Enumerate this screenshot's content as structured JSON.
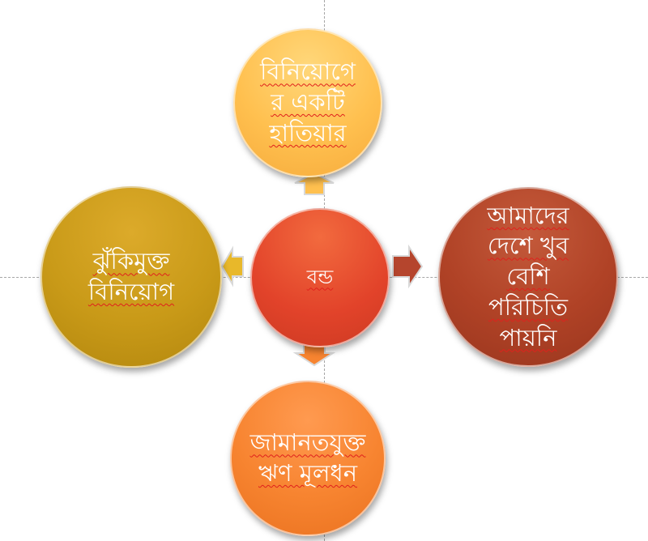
{
  "diagram": {
    "center": {
      "label": "বন্ড"
    },
    "top": {
      "lines": [
        "বিনিয়োগে",
        "র একটি",
        "হাতিয়ার"
      ]
    },
    "left": {
      "lines": [
        "ঝুঁকিমুক্ত",
        "বিনিয়োগ"
      ]
    },
    "right": {
      "lines": [
        "আমাদের",
        "দেশে খুব",
        "বেশি",
        "পরিচিতি",
        "পায়নি"
      ]
    },
    "bottom": {
      "lines": [
        "জামানতযুক্ত",
        "ঋণ মূলধন"
      ]
    }
  },
  "colors": {
    "center": "#e2432a",
    "top": "#ffc04f",
    "left": "#c99a18",
    "right": "#b04226",
    "bottom": "#f78430",
    "arrow_up": "#ffc04f",
    "arrow_left": "#e8b82a",
    "arrow_right": "#b5452d",
    "arrow_down": "#f78430"
  }
}
